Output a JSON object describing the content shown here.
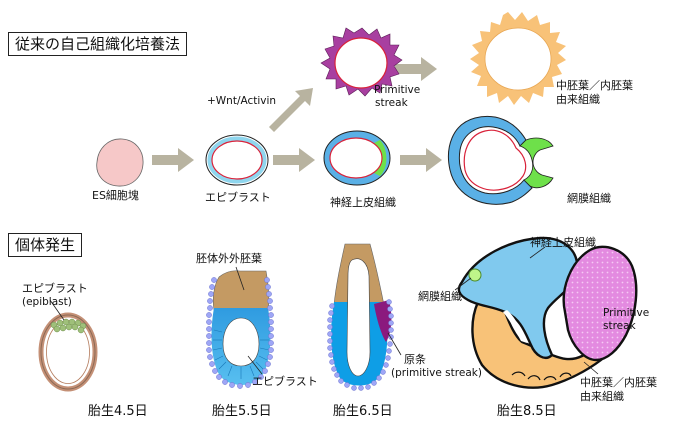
{
  "section1": {
    "title": "従来の自己組織化培養法",
    "es_label": "ES細胞塊",
    "epiblast_label": "エピブラスト",
    "wnt_label": "+Wnt/Activin",
    "ps_label": [
      "Primitive",
      "streak"
    ],
    "meso_label": [
      "中胚葉／内胚葉",
      "由来組織"
    ],
    "neuro_label": "神経上皮組織",
    "retina_label": "網膜組織"
  },
  "section2": {
    "title": "個体発生",
    "epiblast_label": [
      "エピブラスト",
      "(epiblast)"
    ],
    "extraembryonic_label": "胚体外外胚葉",
    "epiblast55_label": "エピブラスト",
    "ps_label": [
      "原条",
      "(primitive streak)"
    ],
    "neuro_label": "神経上皮組織",
    "retina_label": [
      "網膜組織"
    ],
    "ps85_label": [
      "Primitive",
      "streak"
    ],
    "meso_label": [
      "中胚葉／内胚葉",
      "由来組織"
    ],
    "stages": [
      "胎生4.5日",
      "胎生5.5日",
      "胎生6.5日",
      "胎生8.5日"
    ]
  },
  "colors": {
    "arrow": "#b8b3a0",
    "neuro": "#5ab0e6",
    "retina": "#6ee04a",
    "primitive_streak": "#a83fa0",
    "mesoderm": "#f8c278",
    "extraembryonic": "#c49a63",
    "es_cell": "#f6c8c8",
    "membrane": "#d9223a"
  }
}
